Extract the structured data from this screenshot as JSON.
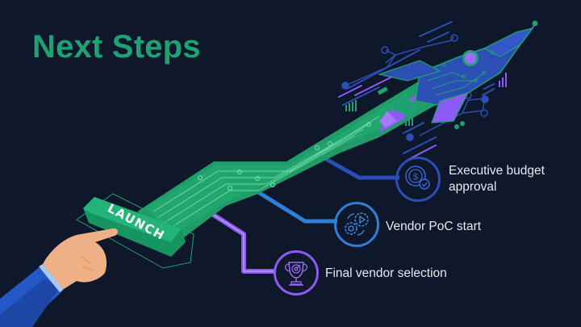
{
  "slide": {
    "title": "Next Steps",
    "launch_button_label": "LAUNCH",
    "steps": [
      {
        "label_line1": "Executive budget",
        "label_line2": "approval",
        "icon": "dollar-check-icon",
        "color": "#2b4fb8"
      },
      {
        "label_line1": "Vendor PoC start",
        "label_line2": "",
        "icon": "gears-play-icon",
        "color": "#2f7fd8"
      },
      {
        "label_line1": "Final vendor selection",
        "label_line2": "",
        "icon": "trophy-target-icon",
        "color": "#8a5cf0"
      }
    ],
    "colors": {
      "background": "#0f172a",
      "title_green": "#1fa271",
      "circuit_green": "#20a66e",
      "rocket_blue": "#2c4fb5",
      "accent_purple": "#8b5cf6"
    }
  }
}
